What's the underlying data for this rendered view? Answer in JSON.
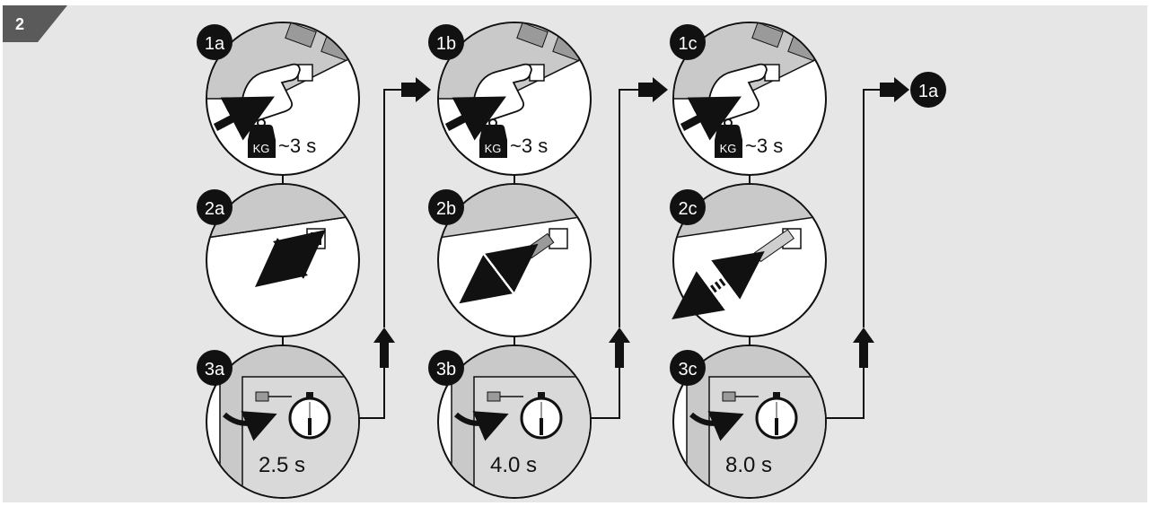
{
  "figure_number": "2",
  "columns": [
    {
      "press": {
        "badge": "1a",
        "weight_icon": "KG",
        "duration": "~3 s"
      },
      "pull": {
        "badge": "2a"
      },
      "wait": {
        "badge": "3a",
        "time": "2.5 s"
      },
      "next_badge": "1b"
    },
    {
      "press": {
        "badge": "1b",
        "weight_icon": "KG",
        "duration": "~3 s"
      },
      "pull": {
        "badge": "2b"
      },
      "wait": {
        "badge": "3b",
        "time": "4.0 s"
      },
      "next_badge": "1c"
    },
    {
      "press": {
        "badge": "1c",
        "weight_icon": "KG",
        "duration": "~3 s"
      },
      "pull": {
        "badge": "2c"
      },
      "wait": {
        "badge": "3c",
        "time": "8.0 s"
      },
      "next_badge": "1a"
    }
  ],
  "loop_target_badge": "1a",
  "colors": {
    "panel_bg": "#e6e6e6",
    "tab_bg": "#5a5a5a",
    "badge_bg": "#111111",
    "stroke": "#111111",
    "appliance_gray": "#c9c9c9",
    "appliance_dark": "#9a9a9a"
  },
  "icons": [
    "hand-press-icon",
    "kg-weight-icon",
    "push-arrow-icon",
    "pull-arrow-icon",
    "rotate-arrow-icon",
    "stopwatch-icon",
    "flow-arrow-icon"
  ]
}
